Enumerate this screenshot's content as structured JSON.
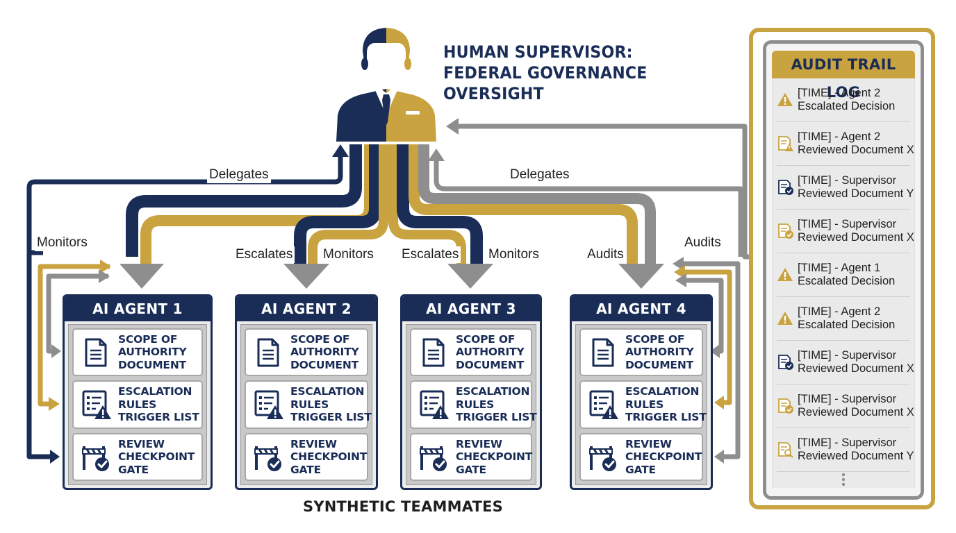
{
  "supervisor": {
    "title_lines": [
      "HUMAN SUPERVISOR:",
      "FEDERAL GOVERNANCE",
      "OVERSIGHT"
    ],
    "icon": "supervisor-person-icon",
    "colors": {
      "navy": "#1a2d57",
      "gold": "#c9a33f",
      "gray": "#8e8e8e"
    }
  },
  "edge_labels": {
    "delegates_left": "Delegates",
    "delegates_right": "Delegates",
    "monitors_left": "Monitors",
    "escalates_agent2": "Escalates",
    "monitors_agent2": "Monitors",
    "escalates_agent3": "Escalates",
    "monitors_agent3": "Monitors",
    "audits_agent4": "Audits",
    "audits_log": "Audits"
  },
  "agents": [
    {
      "name": "AI AGENT 1"
    },
    {
      "name": "AI AGENT 2"
    },
    {
      "name": "AI AGENT 3"
    },
    {
      "name": "AI AGENT 4"
    }
  ],
  "artifacts": [
    {
      "icon": "document-icon",
      "lines": [
        "SCOPE OF",
        "AUTHORITY",
        "DOCUMENT"
      ]
    },
    {
      "icon": "checklist-warning-icon",
      "lines": [
        "ESCALATION",
        "RULES",
        "TRIGGER LIST"
      ]
    },
    {
      "icon": "gate-checkpoint-icon",
      "lines": [
        "REVIEW",
        "CHECKPOINT",
        "GATE"
      ]
    }
  ],
  "footer_caption": "SYNTHETIC TEAMMATES",
  "audit_log": {
    "title": "AUDIT TRAIL LOG",
    "entries": [
      {
        "icon": "warning-icon",
        "lines": [
          "[TIME] - Agent 2",
          "Escalated Decision"
        ]
      },
      {
        "icon": "document-warning-icon",
        "lines": [
          "[TIME] - Agent 2",
          "Reviewed Document X"
        ]
      },
      {
        "icon": "document-check-navy-icon",
        "lines": [
          "[TIME] - Supervisor",
          "Reviewed Document Y"
        ]
      },
      {
        "icon": "document-check-gold-icon",
        "lines": [
          "[TIME] - Supervisor",
          "Reviewed Document X"
        ]
      },
      {
        "icon": "warning-icon",
        "lines": [
          "[TIME] - Agent 1",
          "Escalated Decision"
        ]
      },
      {
        "icon": "warning-icon",
        "lines": [
          "[TIME] - Agent 2",
          "Escalated Decision"
        ]
      },
      {
        "icon": "document-check-navy-icon",
        "lines": [
          "[TIME] - Supervisor",
          "Reviewed Document X"
        ]
      },
      {
        "icon": "document-check-gold-icon",
        "lines": [
          "[TIME] - Supervisor",
          "Reviewed Document X"
        ]
      },
      {
        "icon": "document-search-icon",
        "lines": [
          "[TIME] - Supervisor",
          "Reviewed Document Y"
        ]
      }
    ],
    "more_icon": "more-vertical-icon"
  }
}
